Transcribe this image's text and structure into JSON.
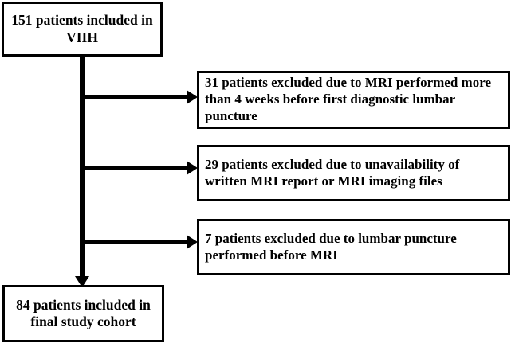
{
  "diagram": {
    "type": "patient-inclusion-flowchart",
    "nodes": {
      "source": {
        "label": "151 patients included in VIIH",
        "count": 151,
        "align": "center"
      },
      "final": {
        "label": "84 patients included in final study cohort",
        "count": 84,
        "align": "center"
      },
      "exclusion_1": {
        "label": "31 patients excluded due to MRI performed more than 4 weeks before first diagnostic lumbar puncture",
        "count": 31,
        "align": "left"
      },
      "exclusion_2": {
        "label": "29 patients excluded due to unavailability of written MRI report or MRI imaging files",
        "count": 29,
        "align": "left"
      },
      "exclusion_3": {
        "label": "7 patients excluded due to lumbar puncture performed before MRI",
        "count": 7,
        "align": "left"
      }
    },
    "connectors": [
      {
        "name": "trunk",
        "from": "source",
        "to": "final",
        "direction": "down",
        "arrowhead": true
      },
      {
        "name": "branch-1",
        "from": "trunk",
        "to": "exclusion_1",
        "direction": "right",
        "arrowhead": true
      },
      {
        "name": "branch-2",
        "from": "trunk",
        "to": "exclusion_2",
        "direction": "right",
        "arrowhead": true
      },
      {
        "name": "branch-3",
        "from": "trunk",
        "to": "exclusion_3",
        "direction": "right",
        "arrowhead": true
      }
    ],
    "colors": {
      "stroke": "#000000",
      "fill": "#ffffff",
      "text": "#000000"
    }
  }
}
